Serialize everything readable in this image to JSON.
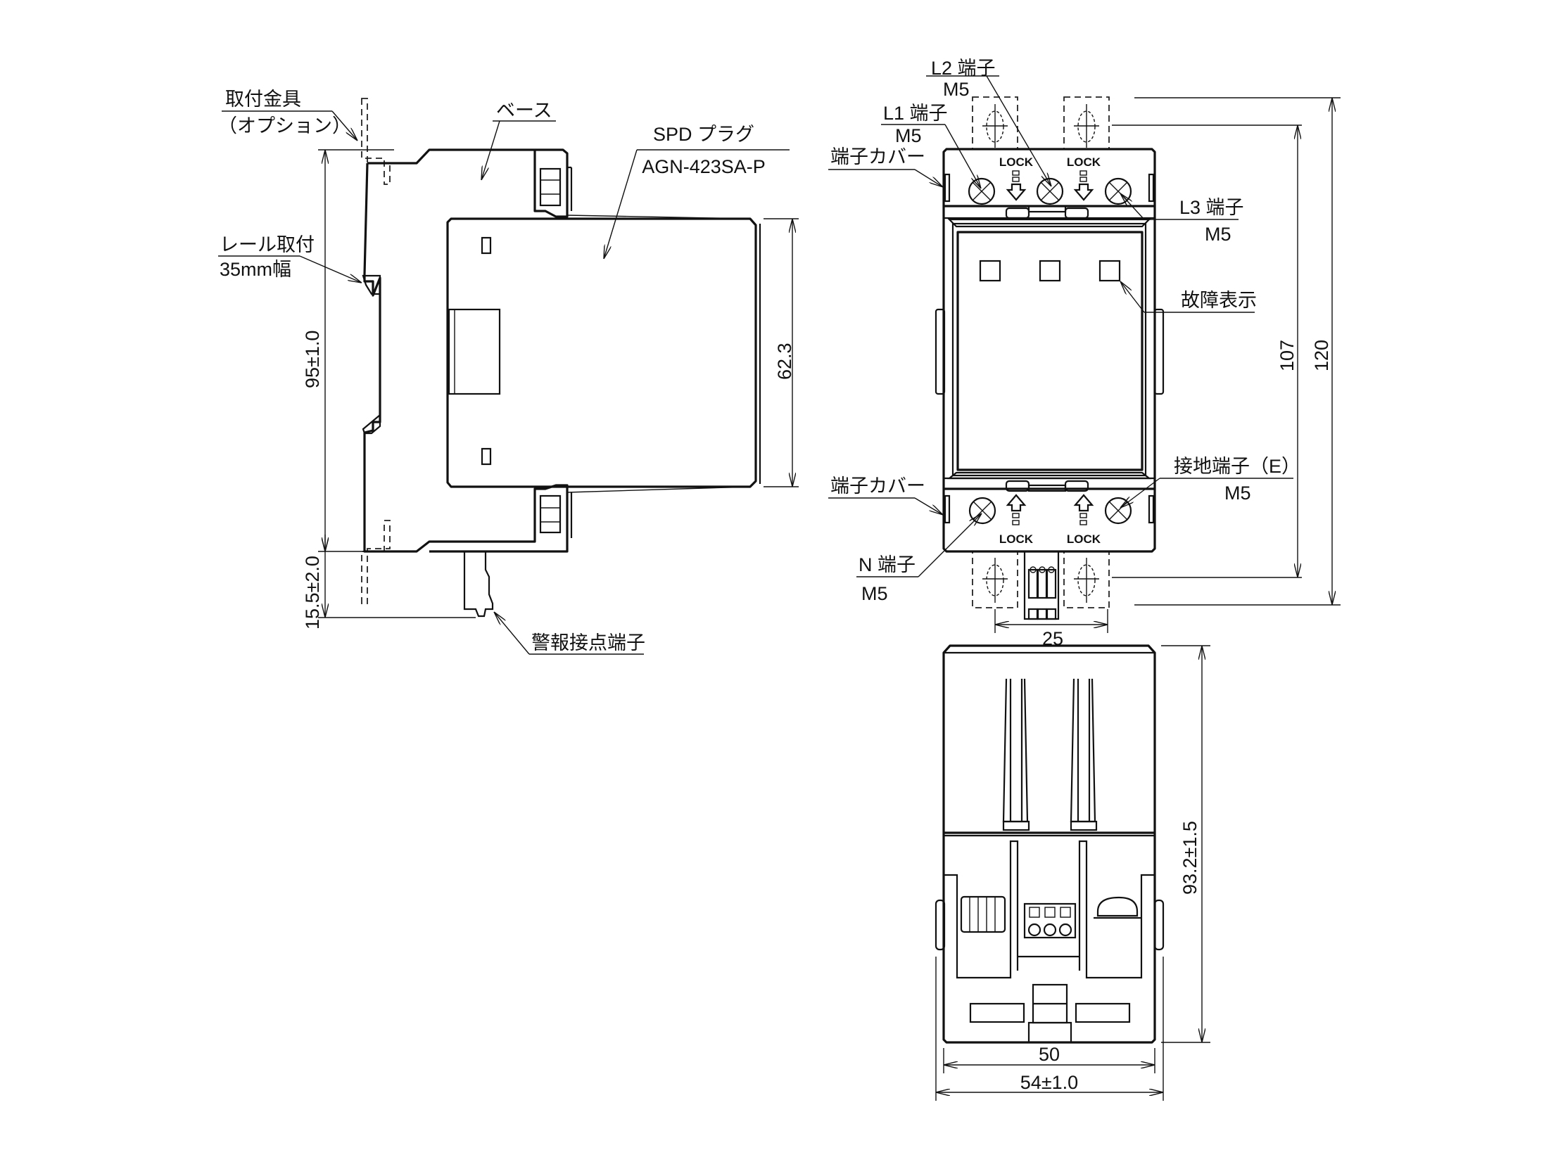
{
  "side_view": {
    "labels": {
      "bracket_line1": "取付金具",
      "bracket_line2": "（オプション）",
      "base": "ベース",
      "spd_plug_line1": "SPD プラグ",
      "spd_plug_line2": "AGN-423SA-P",
      "rail_line1": "レール取付",
      "rail_line2": "35mm幅",
      "alarm_terminal": "警報接点端子"
    },
    "dimensions": {
      "height": "95±1.0",
      "alarm_protrusion": "15.5±2.0",
      "plug_height": "62.3"
    }
  },
  "front_view": {
    "labels": {
      "l2_line1": "L2 端子",
      "l2_line2": "M5",
      "l1_line1": "L1 端子",
      "l1_line2": "M5",
      "cover_top": "端子カバー",
      "l3_line1": "L3 端子",
      "l3_line2": "M5",
      "fault": "故障表示",
      "earth_line1": "接地端子（E）",
      "earth_line2": "M5",
      "cover_bottom": "端子カバー",
      "n_line1": "N 端子",
      "n_line2": "M5",
      "lock": "LOCK"
    },
    "dimensions": {
      "inner_height": "107",
      "outer_height": "120",
      "mount_pitch": "25"
    }
  },
  "bottom_view": {
    "dimensions": {
      "depth": "93.2±1.5",
      "inner_width": "50",
      "outer_width": "54±1.0"
    }
  }
}
